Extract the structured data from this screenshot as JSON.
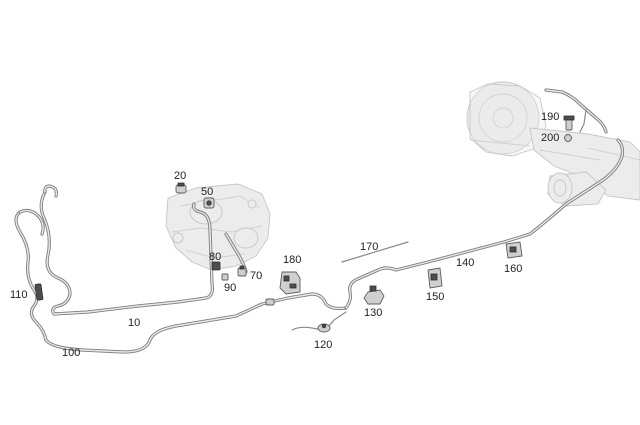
{
  "diagram": {
    "callouts": {
      "c10": "10",
      "c20": "20",
      "c50": "50",
      "c70": "70",
      "c80": "80",
      "c90": "90",
      "c100": "100",
      "c110": "110",
      "c120": "120",
      "c130": "130",
      "c140": "140",
      "c150": "150",
      "c160": "160",
      "c170": "170",
      "c180": "180",
      "c190": "190",
      "c200": "200"
    },
    "colors": {
      "pipe": "#7d7d7d",
      "part": "#cfcfcf",
      "dark_part": "#4e4e4e",
      "ghost": "#ececec"
    }
  }
}
